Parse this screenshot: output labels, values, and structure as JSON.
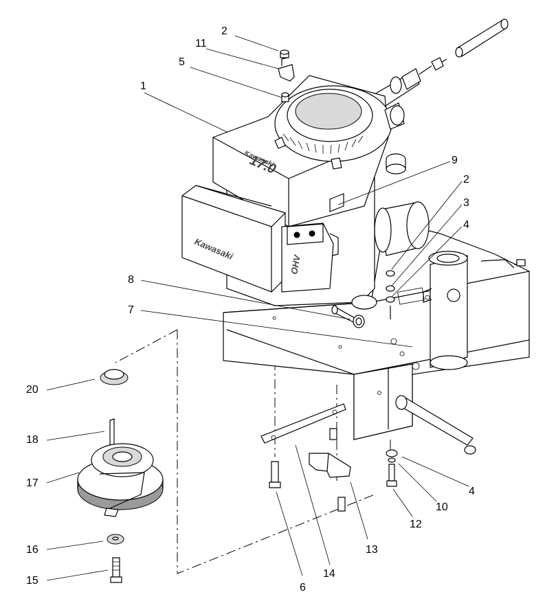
{
  "callouts": [
    {
      "id": "c1",
      "text": "1"
    },
    {
      "id": "c2a",
      "text": "2"
    },
    {
      "id": "c11",
      "text": "11"
    },
    {
      "id": "c5",
      "text": "5"
    },
    {
      "id": "c9",
      "text": "9"
    },
    {
      "id": "c2b",
      "text": "2"
    },
    {
      "id": "c3",
      "text": "3"
    },
    {
      "id": "c4a",
      "text": "4"
    },
    {
      "id": "c8",
      "text": "8"
    },
    {
      "id": "c7",
      "text": "7"
    },
    {
      "id": "c20",
      "text": "20"
    },
    {
      "id": "c18",
      "text": "18"
    },
    {
      "id": "c17",
      "text": "17"
    },
    {
      "id": "c16",
      "text": "16"
    },
    {
      "id": "c15",
      "text": "15"
    },
    {
      "id": "c6",
      "text": "6"
    },
    {
      "id": "c14",
      "text": "14"
    },
    {
      "id": "c13",
      "text": "13"
    },
    {
      "id": "c12",
      "text": "12"
    },
    {
      "id": "c10",
      "text": "10"
    },
    {
      "id": "c4b",
      "text": "4"
    }
  ],
  "engine_branding": {
    "maker_side": "Kawasaki",
    "maker_top": "Kawasaki",
    "model_badge": "17.0",
    "ohv_label": "OHV"
  }
}
